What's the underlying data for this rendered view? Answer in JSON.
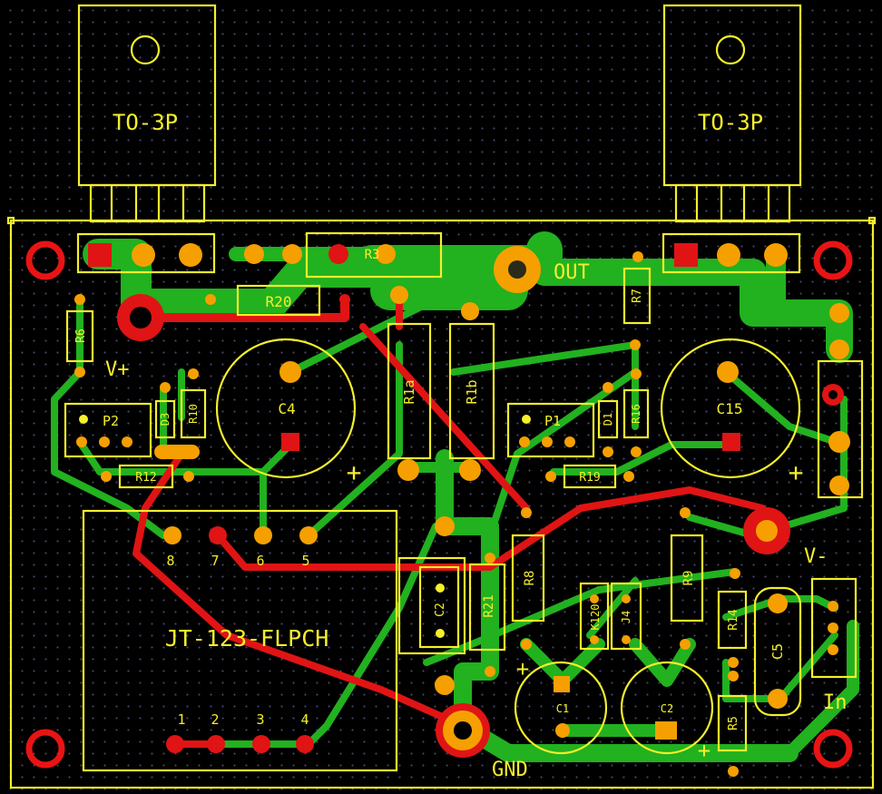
{
  "board": {
    "colors": {
      "background": "#000000",
      "top_copper": "#e01414",
      "bottom_copper": "#22b11f",
      "pad": "#f5a000",
      "silkscreen": "#f5ef2a",
      "mounting_hole": "#e81414"
    },
    "packages": {
      "left": "TO-3P",
      "right": "TO-3P"
    },
    "connectors": {
      "out": "OUT",
      "v_plus": "V+",
      "v_minus": "V-",
      "gnd": "GND",
      "in": "In"
    },
    "components": {
      "r3": "R3",
      "r20": "R20",
      "r6": "R6",
      "r7": "R7",
      "r1a": "R1a",
      "r1b": "R1b",
      "c4": "C4",
      "c15": "C15",
      "p2": "P2",
      "p1": "P1",
      "d3": "D3",
      "d1": "D1",
      "r10": "R10",
      "r16": "R16",
      "r12": "R12",
      "r19": "R19",
      "r8": "R8",
      "r9": "R9",
      "r21": "R21",
      "c2_small": "C2",
      "c1": "C1",
      "c2": "C2",
      "r14": "R14",
      "r5": "R5",
      "c5": "C5",
      "k120": "K120",
      "j4": "J4",
      "plus_c4": "+",
      "plus_c15": "+",
      "plus_c1": "+",
      "plus_c2": "+"
    },
    "ic": {
      "label": "JT-123-FLPCH",
      "pins_top": [
        "8",
        "7",
        "6",
        "5"
      ],
      "pins_bottom": [
        "1",
        "2",
        "3",
        "4"
      ]
    }
  }
}
